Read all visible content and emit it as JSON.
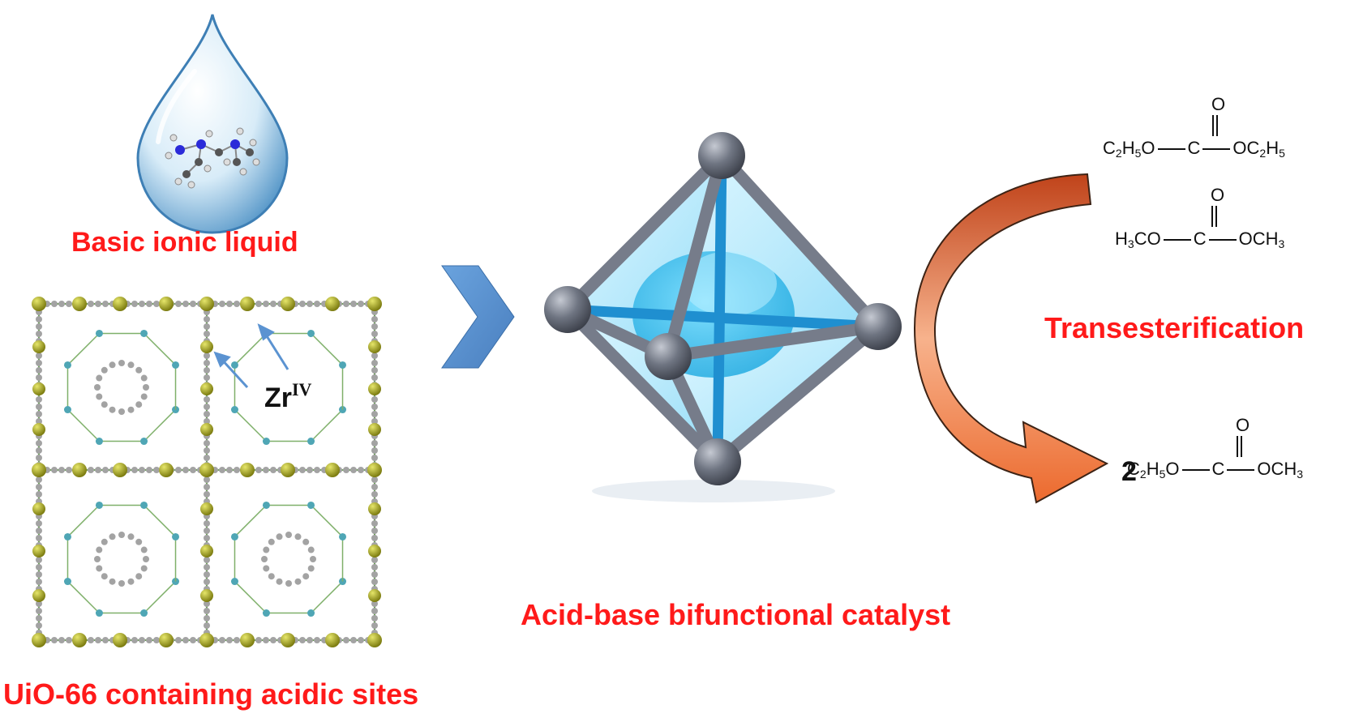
{
  "labels": {
    "ionic_liquid": "Basic ionic liquid",
    "uio66": "UiO-66 containing acidic sites",
    "catalyst": "Acid-base bifunctional catalyst",
    "reaction": "Transesterification"
  },
  "zr_label": {
    "symbol": "Zr",
    "superscript": "IV"
  },
  "molecules": {
    "diethyl_carbonate": {
      "top_atom": "O",
      "left": "C2H5O",
      "center": "C",
      "right": "OC2H5"
    },
    "dimethyl_carbonate": {
      "top_atom": "O",
      "left": "H3CO",
      "center": "C",
      "right": "OCH3"
    },
    "product": {
      "coefficient": "2",
      "top_atom": "O",
      "left": "C2H5O",
      "center": "C",
      "right": "OCH3"
    }
  },
  "colors": {
    "label_red": "#ff1a1a",
    "chevron_blue": "#5b93d1",
    "strut_gray": "#767c8a",
    "core_cyan": "#22b8e8",
    "arrow_orange": "#e8642a",
    "zr_node": "#9a9a18",
    "linker_gray": "#a3a3a3"
  },
  "icons": [
    "water-drop-icon",
    "chevron-right-icon",
    "octahedron-icon",
    "curved-arrow-icon",
    "pointer-arrow-icon"
  ]
}
